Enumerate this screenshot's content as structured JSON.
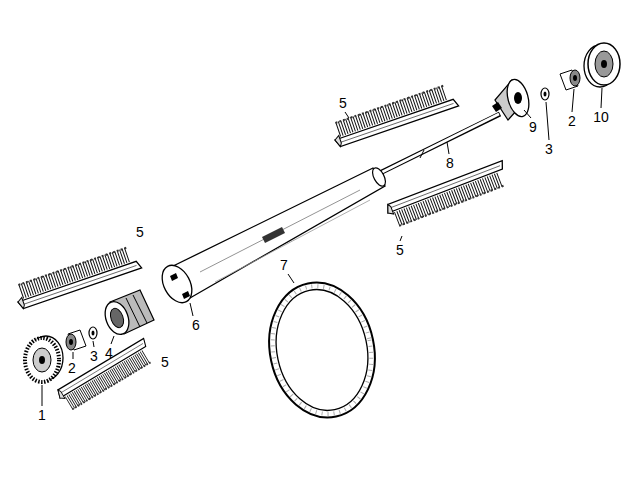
{
  "diagram": {
    "labels": [
      "5",
      "10",
      "2",
      "9",
      "3",
      "8",
      "5",
      "5",
      "7",
      "6",
      "4",
      "3",
      "5",
      "2",
      "1"
    ]
  }
}
